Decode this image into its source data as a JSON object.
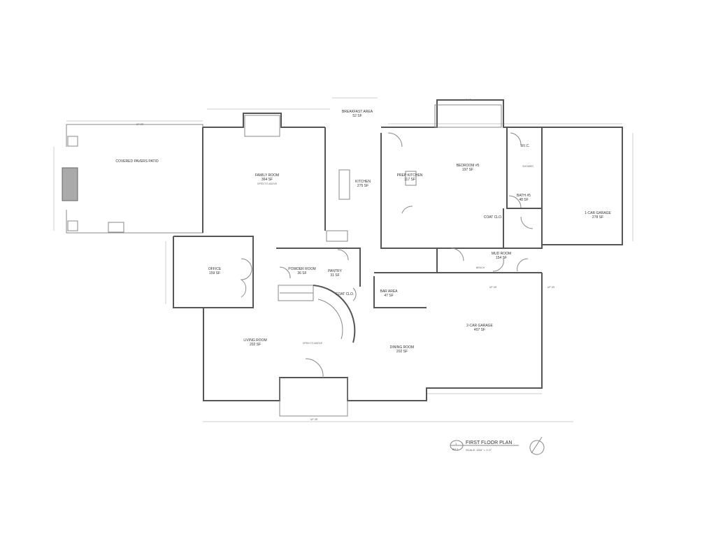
{
  "rooms": [
    {
      "name": "COVERED PAVERS PATIO",
      "area": ""
    },
    {
      "name": "FAMILY ROOM",
      "area": "364 SF",
      "note": "OPEN TO ABOVE"
    },
    {
      "name": "BREAKFAST AREA",
      "area": "52 SF"
    },
    {
      "name": "KITCHEN",
      "area": "275 SF"
    },
    {
      "name": "PREP KITCHEN",
      "area": "117 SF"
    },
    {
      "name": "BEDROOM #5",
      "area": "197 SF"
    },
    {
      "name": "W.I.C.",
      "area": ""
    },
    {
      "name": "BATH #5",
      "area": "48 SF"
    },
    {
      "name": "1-CAR GARAGE",
      "area": "278 SF"
    },
    {
      "name": "COAT CLO.",
      "area": ""
    },
    {
      "name": "MUD ROOM",
      "area": "154 SF"
    },
    {
      "name": "OFFICE",
      "area": "159 SF"
    },
    {
      "name": "POWDER ROOM",
      "area": "36 SF"
    },
    {
      "name": "PANTRY",
      "area": "31 SF"
    },
    {
      "name": "COAT CLO.",
      "area": ""
    },
    {
      "name": "BAR AREA",
      "area": "47 SF"
    },
    {
      "name": "2-CAR GARAGE",
      "area": "407 SF"
    },
    {
      "name": "LIVING ROOM",
      "area": "202 SF",
      "note": "OPEN TO ABOVE"
    },
    {
      "name": "DINING ROOM",
      "area": "202 SF"
    }
  ],
  "fixtures": {
    "shower": "SHOWER",
    "bench": "BENCH",
    "up": "UP 3R"
  },
  "title_block": {
    "number": "1",
    "sheet": "A2.1",
    "title": "FIRST FLOOR PLAN",
    "scale": "SCALE: 3/16\" = 1'-0\""
  }
}
